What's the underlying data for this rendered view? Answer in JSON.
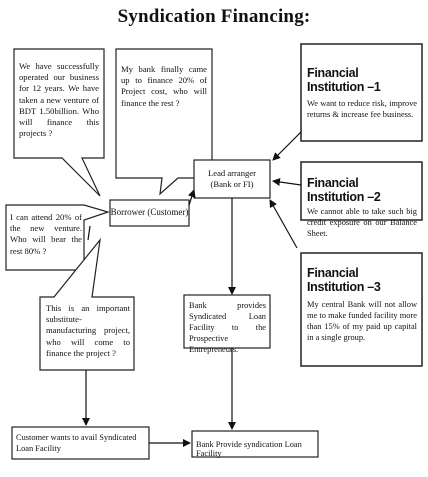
{
  "title": "Syndication Financing:",
  "bubbles": {
    "b1": "We have successfully operated our business for 12 years. We have taken a new venture of BDT 1.50billion. Who will finance this projects ?",
    "b2": "My bank finally came up to finance 20% of Project cost, who will finance the rest ?",
    "b3": "I can attend 20% of the new venture. Who will bear the rest 80% ?",
    "b4": "This is an important substitute-manufacturing project, who will come to finance the project ?"
  },
  "institutions": [
    {
      "title": "Financial Institution –1",
      "text": "We want to reduce risk, improve returns & increase fee business."
    },
    {
      "title": "Financial Institution –2",
      "text": "We cannot able to take such big credit exposure on our Balance Sheet."
    },
    {
      "title": "Financial Institution –3",
      "text": "My central Bank will not allow me to make funded facility more than 15% of my paid up capital in a single group."
    }
  ],
  "lead_arranger": {
    "line1": "Lead arranger",
    "line2": "(Bank or FI)"
  },
  "borrower": "Borrower (Customer)",
  "bank_provides": "Bank provides Syndicated Loan Facility to the Prospective Entrepreneurs.",
  "customer_wants": "Customer wants to avail Syndicated Loan Facility",
  "bank_provide_final": "Bank Provide syndication Loan Facility"
}
